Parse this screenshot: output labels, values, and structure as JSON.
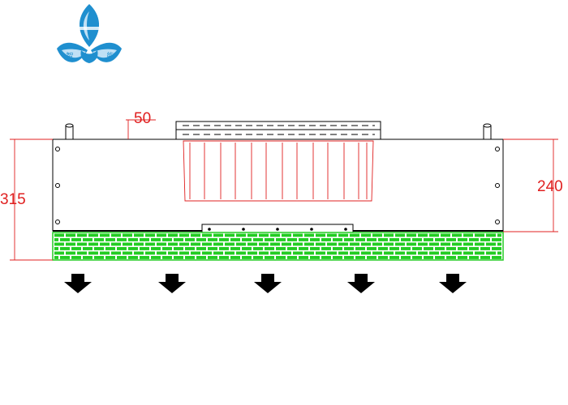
{
  "logo": {
    "left_char": "智",
    "right_char": "能",
    "primary_color": "#1f8fcf",
    "light_color": "#bfe0f5"
  },
  "dimensions": {
    "top_offset": "50",
    "total_height": "315",
    "body_height": "240",
    "color": "#e02020"
  },
  "filter": {
    "color": "#22cc22"
  },
  "fan": {
    "color": "#e02020"
  },
  "arrows": {
    "count": 5,
    "icon": "arrow-down-icon",
    "color": "#000000"
  }
}
